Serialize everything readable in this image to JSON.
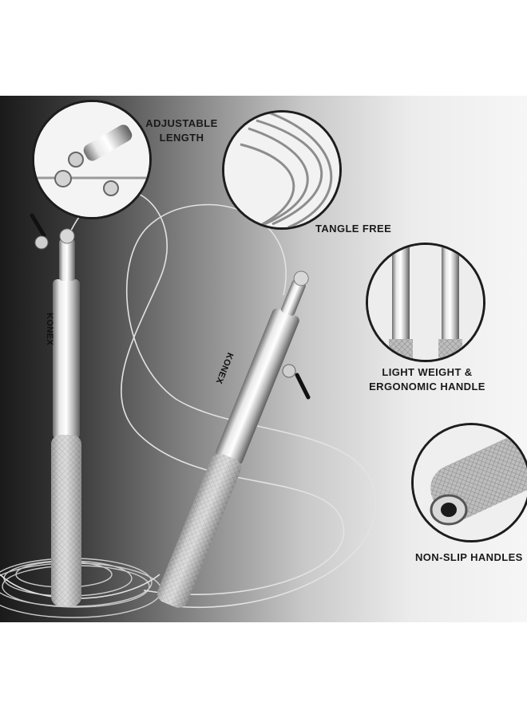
{
  "features": {
    "adjustable": {
      "line1": "ADJUSTABLE",
      "line2": "LENGTH"
    },
    "tangle": {
      "line1": "TANGLE FREE"
    },
    "light": {
      "line1": "LIGHT WEIGHT &",
      "line2": "ERGONOMIC HANDLE"
    },
    "nonslip": {
      "line1": "NON-SLIP HANDLES"
    }
  },
  "brand": {
    "name": "KONEX"
  },
  "colors": {
    "label": "#1a1a1a",
    "ring": "#1d1d1d",
    "metal": "#c8c8c8"
  }
}
